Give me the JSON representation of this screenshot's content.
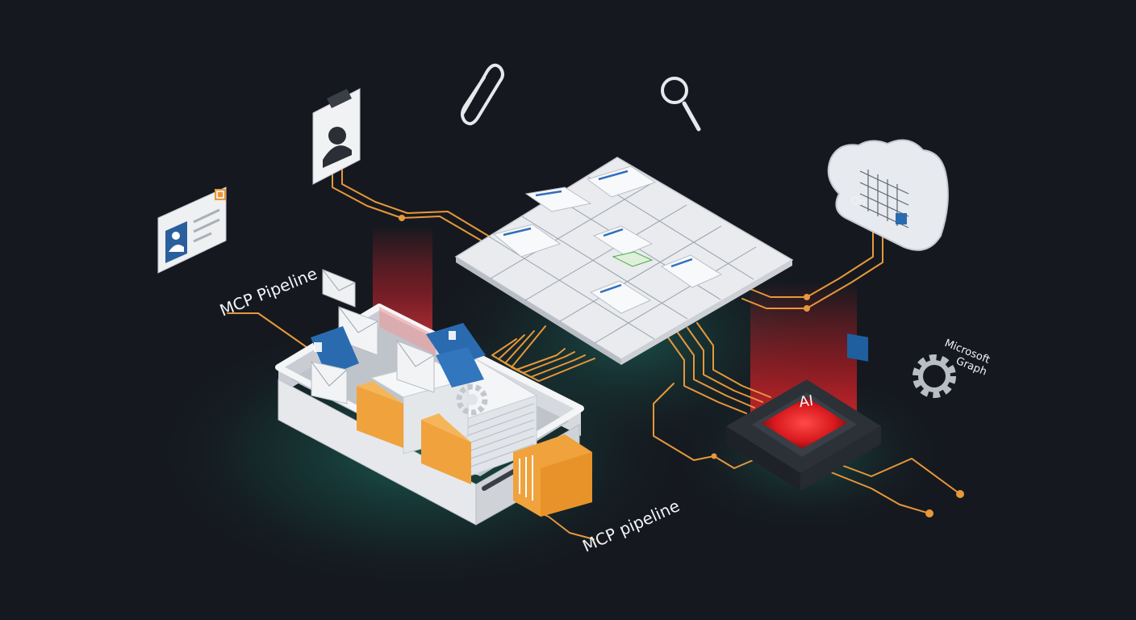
{
  "labels": {
    "mcp_pipeline_top": "MCP Pipeline",
    "mcp_pipeline_bottom": "MCP pipeline",
    "ai_chip": "AI",
    "microsoft_graph_line1": "Microsoft",
    "microsoft_graph_line2": "Graph",
    "onenote_badge": "On"
  },
  "colors": {
    "background": "#15191f",
    "wire": "#e8973a",
    "ai_glow": "#e0242a",
    "teal_glow": "#1f8f7a",
    "panel": "#eceef1",
    "outlook_blue": "#1f5f9f",
    "folder_orange": "#f0a23c"
  },
  "icons": [
    "contact-card-icon",
    "id-badge-icon",
    "paperclip-icon",
    "search-icon",
    "cloud-calendar-icon",
    "gear-icon",
    "envelope-icon",
    "folder-icon",
    "calendar-grid"
  ]
}
